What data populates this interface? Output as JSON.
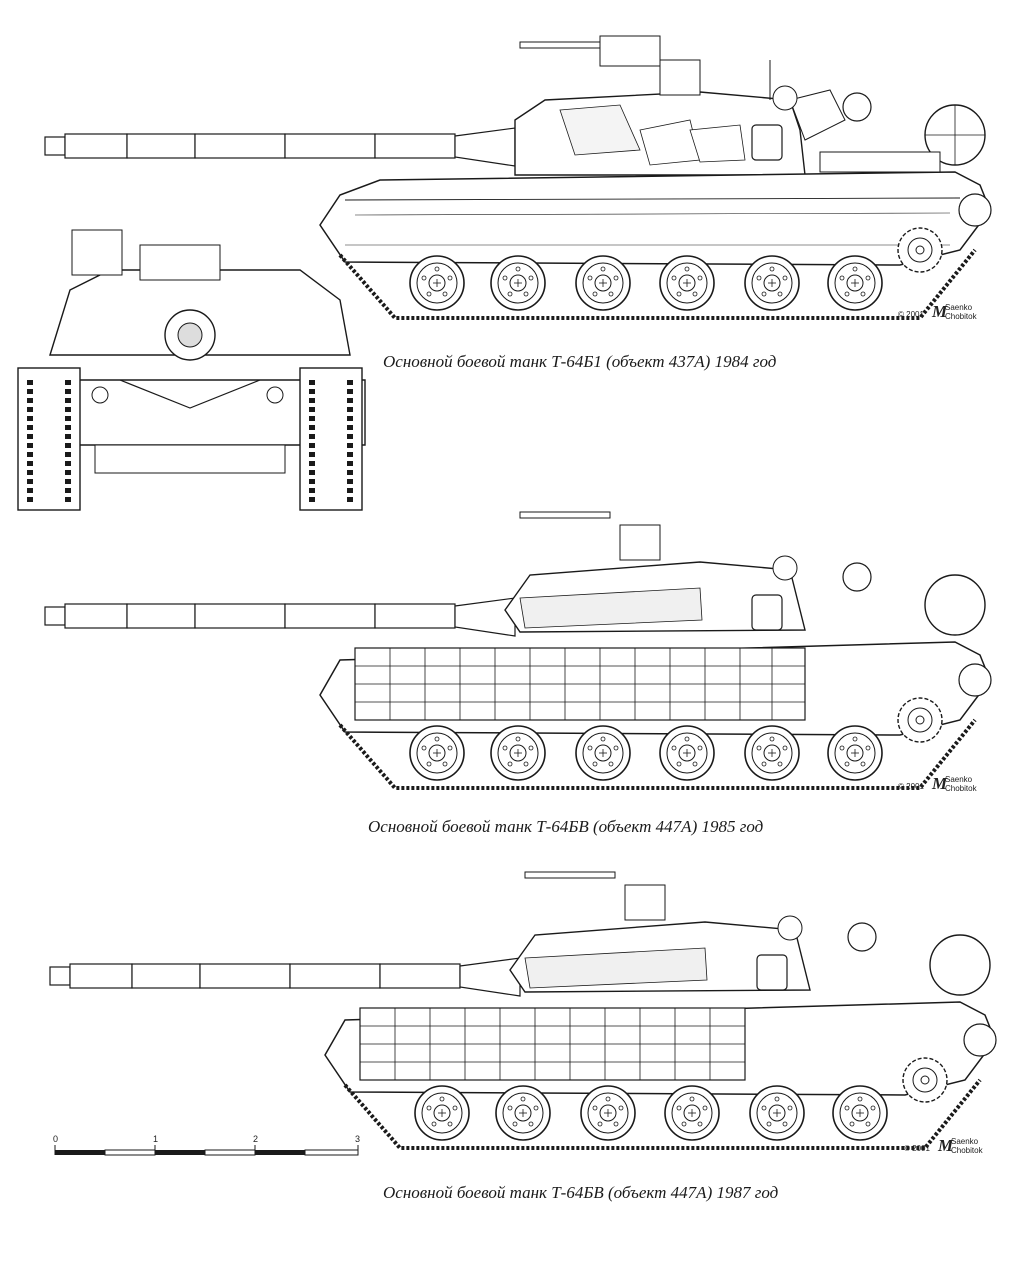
{
  "captions": {
    "top": "Основной боевой танк Т-64Б1 (объект 437А) 1984 год",
    "middle": "Основной боевой танк Т-64БВ (объект 447А) 1985 год",
    "bottom": "Основной боевой танк Т-64БВ (объект 447А) 1987 год"
  },
  "signature": {
    "year": "© 2001",
    "monogram": "M",
    "name1": "Saenko",
    "name2": "Chobitok"
  },
  "scale_bar": {
    "ticks": [
      "0",
      "1",
      "2",
      "3"
    ]
  },
  "colors": {
    "ink": "#1a1a1a",
    "paper": "#ffffff",
    "shade": "#e9e9e9"
  }
}
